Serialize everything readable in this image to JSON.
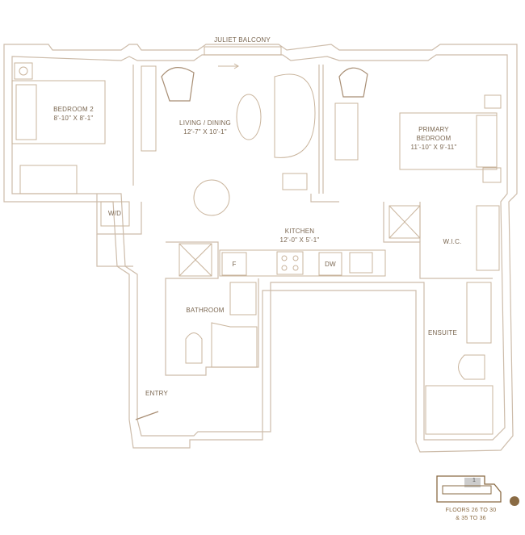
{
  "plan": {
    "balcony": "JULIET BALCONY",
    "rooms": [
      {
        "name": "BEDROOM 2",
        "size": "8'-10\" X 8'-1\""
      },
      {
        "name": "LIVING / DINING",
        "size": "12'-7\" X 10'-1\""
      },
      {
        "name": "PRIMARY BEDROOM",
        "size": "11'-10\" X 9'-11\""
      },
      {
        "name": "KITCHEN",
        "size": "12'-0\" X 5'-1\""
      },
      {
        "name": "W.I.C.",
        "size": ""
      },
      {
        "name": "BATHROOM",
        "size": ""
      },
      {
        "name": "ENSUITE",
        "size": ""
      },
      {
        "name": "ENTRY",
        "size": ""
      },
      {
        "name": "W/D",
        "size": ""
      }
    ],
    "appliances": {
      "fridge": "F",
      "dishwasher": "DW"
    },
    "keyplan": {
      "unit": "1",
      "floors_line1": "FLOORS 26 TO 30",
      "floors_line2": "& 35 TO 36"
    },
    "colors": {
      "wall": "#cdbcaa",
      "text": "#7a6650",
      "accent": "#a88e74"
    }
  }
}
